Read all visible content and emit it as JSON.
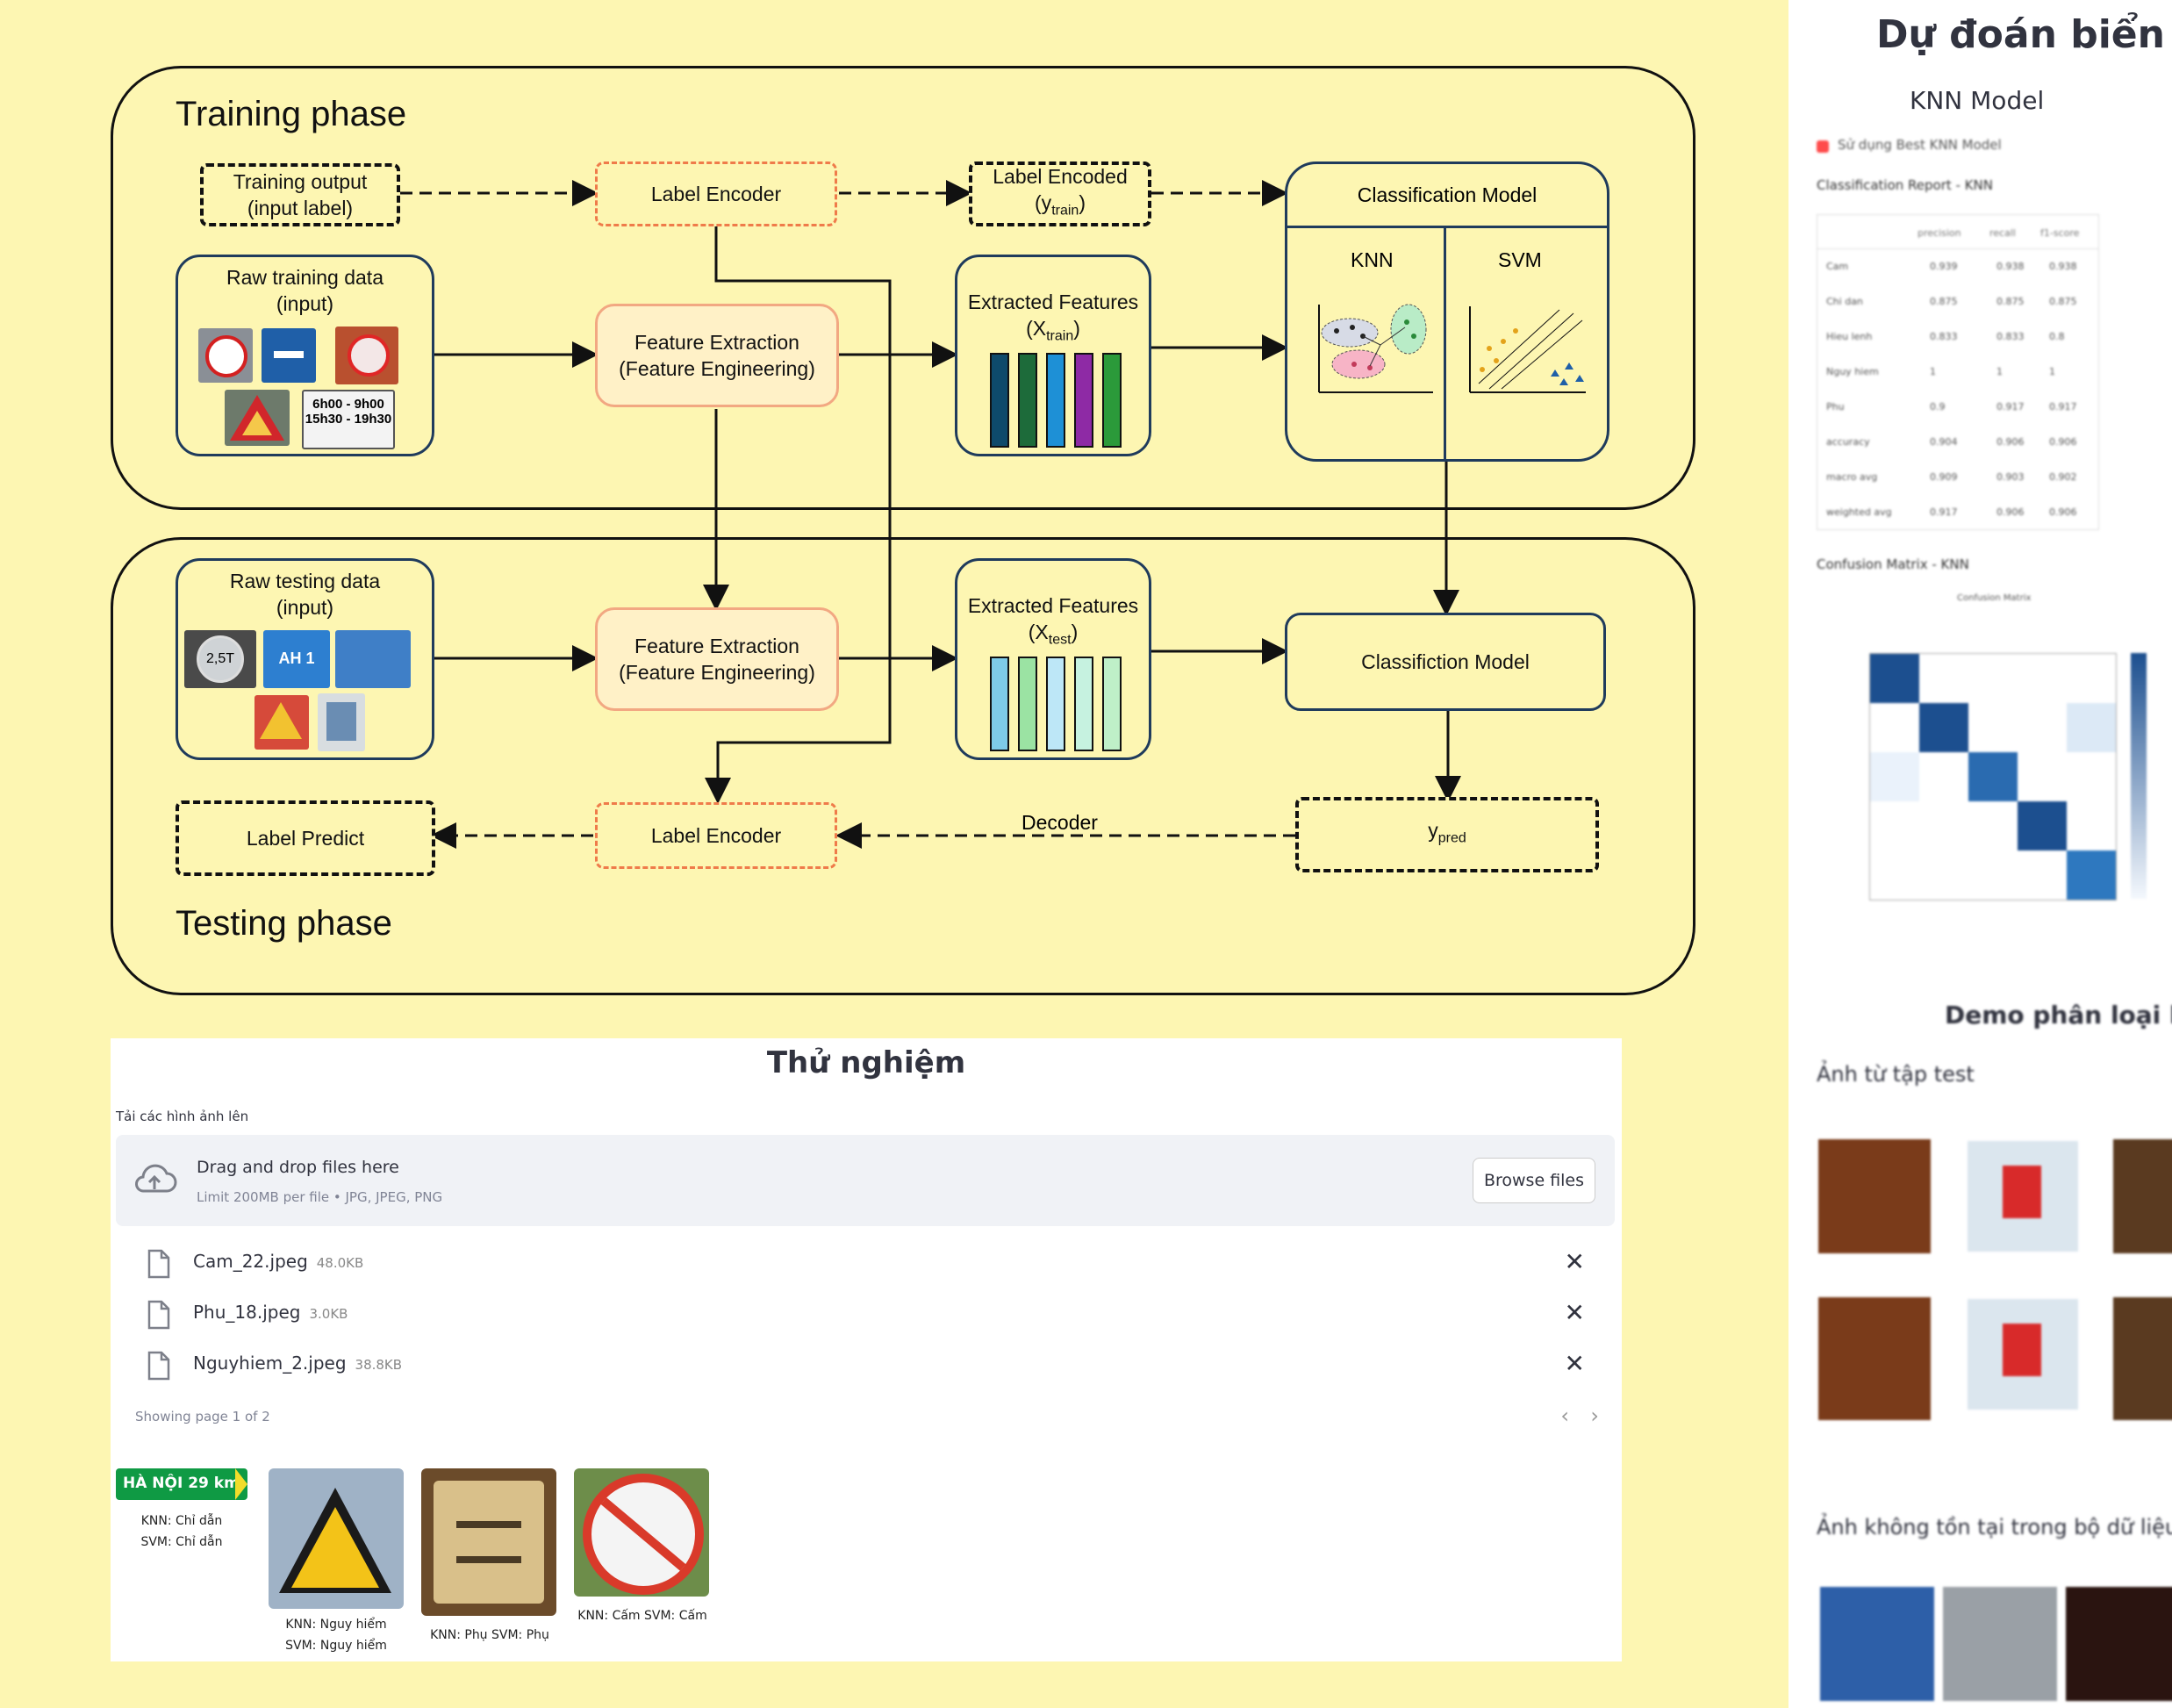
{
  "training": {
    "phase_title": "Training phase",
    "training_output": [
      "Training output",
      "(input label)"
    ],
    "label_encoder": "Label Encoder",
    "label_encoded": "Label Encoded",
    "y_train_main": "(y",
    "y_train_sub": "train",
    "y_train_close": ")",
    "raw_training": [
      "Raw training data",
      "(input)"
    ],
    "feature_extraction": [
      "Feature Extraction",
      "(Feature Engineering)"
    ],
    "extracted_features": "Extracted Features",
    "x_train_main": "(X",
    "x_train_sub": "train",
    "x_train_close": ")",
    "classification_model": "Classification Model",
    "knn": "KNN",
    "svm": "SVM",
    "sign_text_1": "6h00 - 9h00",
    "sign_text_2": "15h30 - 19h30",
    "bar_colors": [
      "#0e4a6b",
      "#1d6b3a",
      "#1e90d6",
      "#8e2aa5",
      "#2b9a3a"
    ]
  },
  "testing": {
    "phase_title": "Testing phase",
    "raw_testing": [
      "Raw testing data",
      "(input)"
    ],
    "feature_extraction": [
      "Feature Extraction",
      "(Feature Engineering)"
    ],
    "extracted_features": "Extracted Features",
    "x_test_main": "(X",
    "x_test_sub": "test",
    "x_test_close": ")",
    "classification_model": "Classifiction Model",
    "label_predict": "Label Predict",
    "label_encoder": "Label Encoder",
    "decoder": "Decoder",
    "y_pred_main": "y",
    "y_pred_sub": "pred",
    "sign_text_1": "2,5T",
    "sign_text_2": "AH 1",
    "bar_colors": [
      "#7ecbe8",
      "#9be3a3",
      "#bde7f7",
      "#c6f2e0",
      "#bff0c8"
    ]
  },
  "app": {
    "title": "Thử nghiệm",
    "upload_label": "Tải các hình ảnh lên",
    "drop_text": "Drag and drop files here",
    "limit_text": "Limit 200MB per file • JPG, JPEG, PNG",
    "browse_button": "Browse files",
    "files": [
      {
        "name": "Cam_22.jpeg",
        "size": "48.0KB"
      },
      {
        "name": "Phu_18.jpeg",
        "size": "3.0KB"
      },
      {
        "name": "Nguyhiem_2.jpeg",
        "size": "38.8KB"
      }
    ],
    "pagination": "Showing page 1 of 2",
    "thumb_sign_text": "HÀ NỘI 29 km",
    "results": [
      {
        "knn": "KNN: Chỉ dẫn",
        "svm": "SVM: Chỉ dẫn"
      },
      {
        "knn": "KNN: Nguy hiểm",
        "svm": "SVM: Nguy hiểm"
      },
      {
        "line": "KNN: Phụ SVM: Phụ"
      },
      {
        "line": "KNN: Cấm SVM: Cấm"
      }
    ]
  },
  "side_app": {
    "title": "Dự đoán biển ba",
    "model_title": "KNN Model",
    "checkbox_label": "Sử dụng Best KNN Model",
    "report_title": "Classification Report - KNN",
    "report_headers": [
      "precision",
      "recall",
      "f1-score"
    ],
    "report_rows": [
      {
        "label": "Cam",
        "values": [
          "0.939",
          "0.938",
          "0.938"
        ]
      },
      {
        "label": "Chi dan",
        "values": [
          "0.875",
          "0.875",
          "0.875"
        ]
      },
      {
        "label": "Hieu lenh",
        "values": [
          "0.833",
          "0.833",
          "0.8"
        ]
      },
      {
        "label": "Nguy hiem",
        "values": [
          "1",
          "1",
          "1"
        ]
      },
      {
        "label": "Phu",
        "values": [
          "0.9",
          "0.917",
          "0.917"
        ]
      },
      {
        "label": "accuracy",
        "values": [
          "0.904",
          "0.906",
          "0.906"
        ]
      },
      {
        "label": "macro avg",
        "values": [
          "0.909",
          "0.903",
          "0.902"
        ]
      },
      {
        "label": "weighted avg",
        "values": [
          "0.917",
          "0.906",
          "0.906"
        ]
      }
    ],
    "matrix_title": "Confusion Matrix - KNN",
    "matrix_subtitle": "Confusion Matrix",
    "demo_title": "Demo phân loại biể",
    "test_set_title": "Ảnh từ tập test",
    "unknown_title": "Ảnh không tồn tại trong bộ dữ liệu"
  }
}
